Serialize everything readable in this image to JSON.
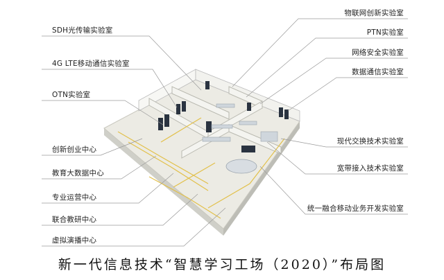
{
  "labels_left": [
    {
      "id": "sdh",
      "text": "SDH光传输实验室"
    },
    {
      "id": "lte",
      "text": "4G LTE移动通信实验室"
    },
    {
      "id": "otn",
      "text": "OTN实验室"
    },
    {
      "id": "innov",
      "text": "创新创业中心"
    },
    {
      "id": "bigdata",
      "text": "教育大数据中心"
    },
    {
      "id": "ops",
      "text": "专业运营中心"
    },
    {
      "id": "research",
      "text": "联合教研中心"
    },
    {
      "id": "virtual",
      "text": "虚拟演播中心"
    }
  ],
  "labels_right": [
    {
      "id": "iot",
      "text": "物联网创新实验室"
    },
    {
      "id": "ptn",
      "text": "PTN实验室"
    },
    {
      "id": "netsec",
      "text": "网络安全实验室"
    },
    {
      "id": "datacom",
      "text": "数据通信实验室"
    },
    {
      "id": "switch",
      "text": "现代交换技术实验室"
    },
    {
      "id": "broadband",
      "text": "宽带接入技术实验室"
    },
    {
      "id": "mobile",
      "text": "统一融合移动业务开发实验室"
    }
  ],
  "caption": "新一代信息技术“智慧学习工场（2020）”布局图",
  "colors": {
    "line": "#9a9a9a",
    "floor": "#ecebe4",
    "wall": "#f7f7f4",
    "yellow": "#e2c04a",
    "screen": "#2a3340"
  }
}
